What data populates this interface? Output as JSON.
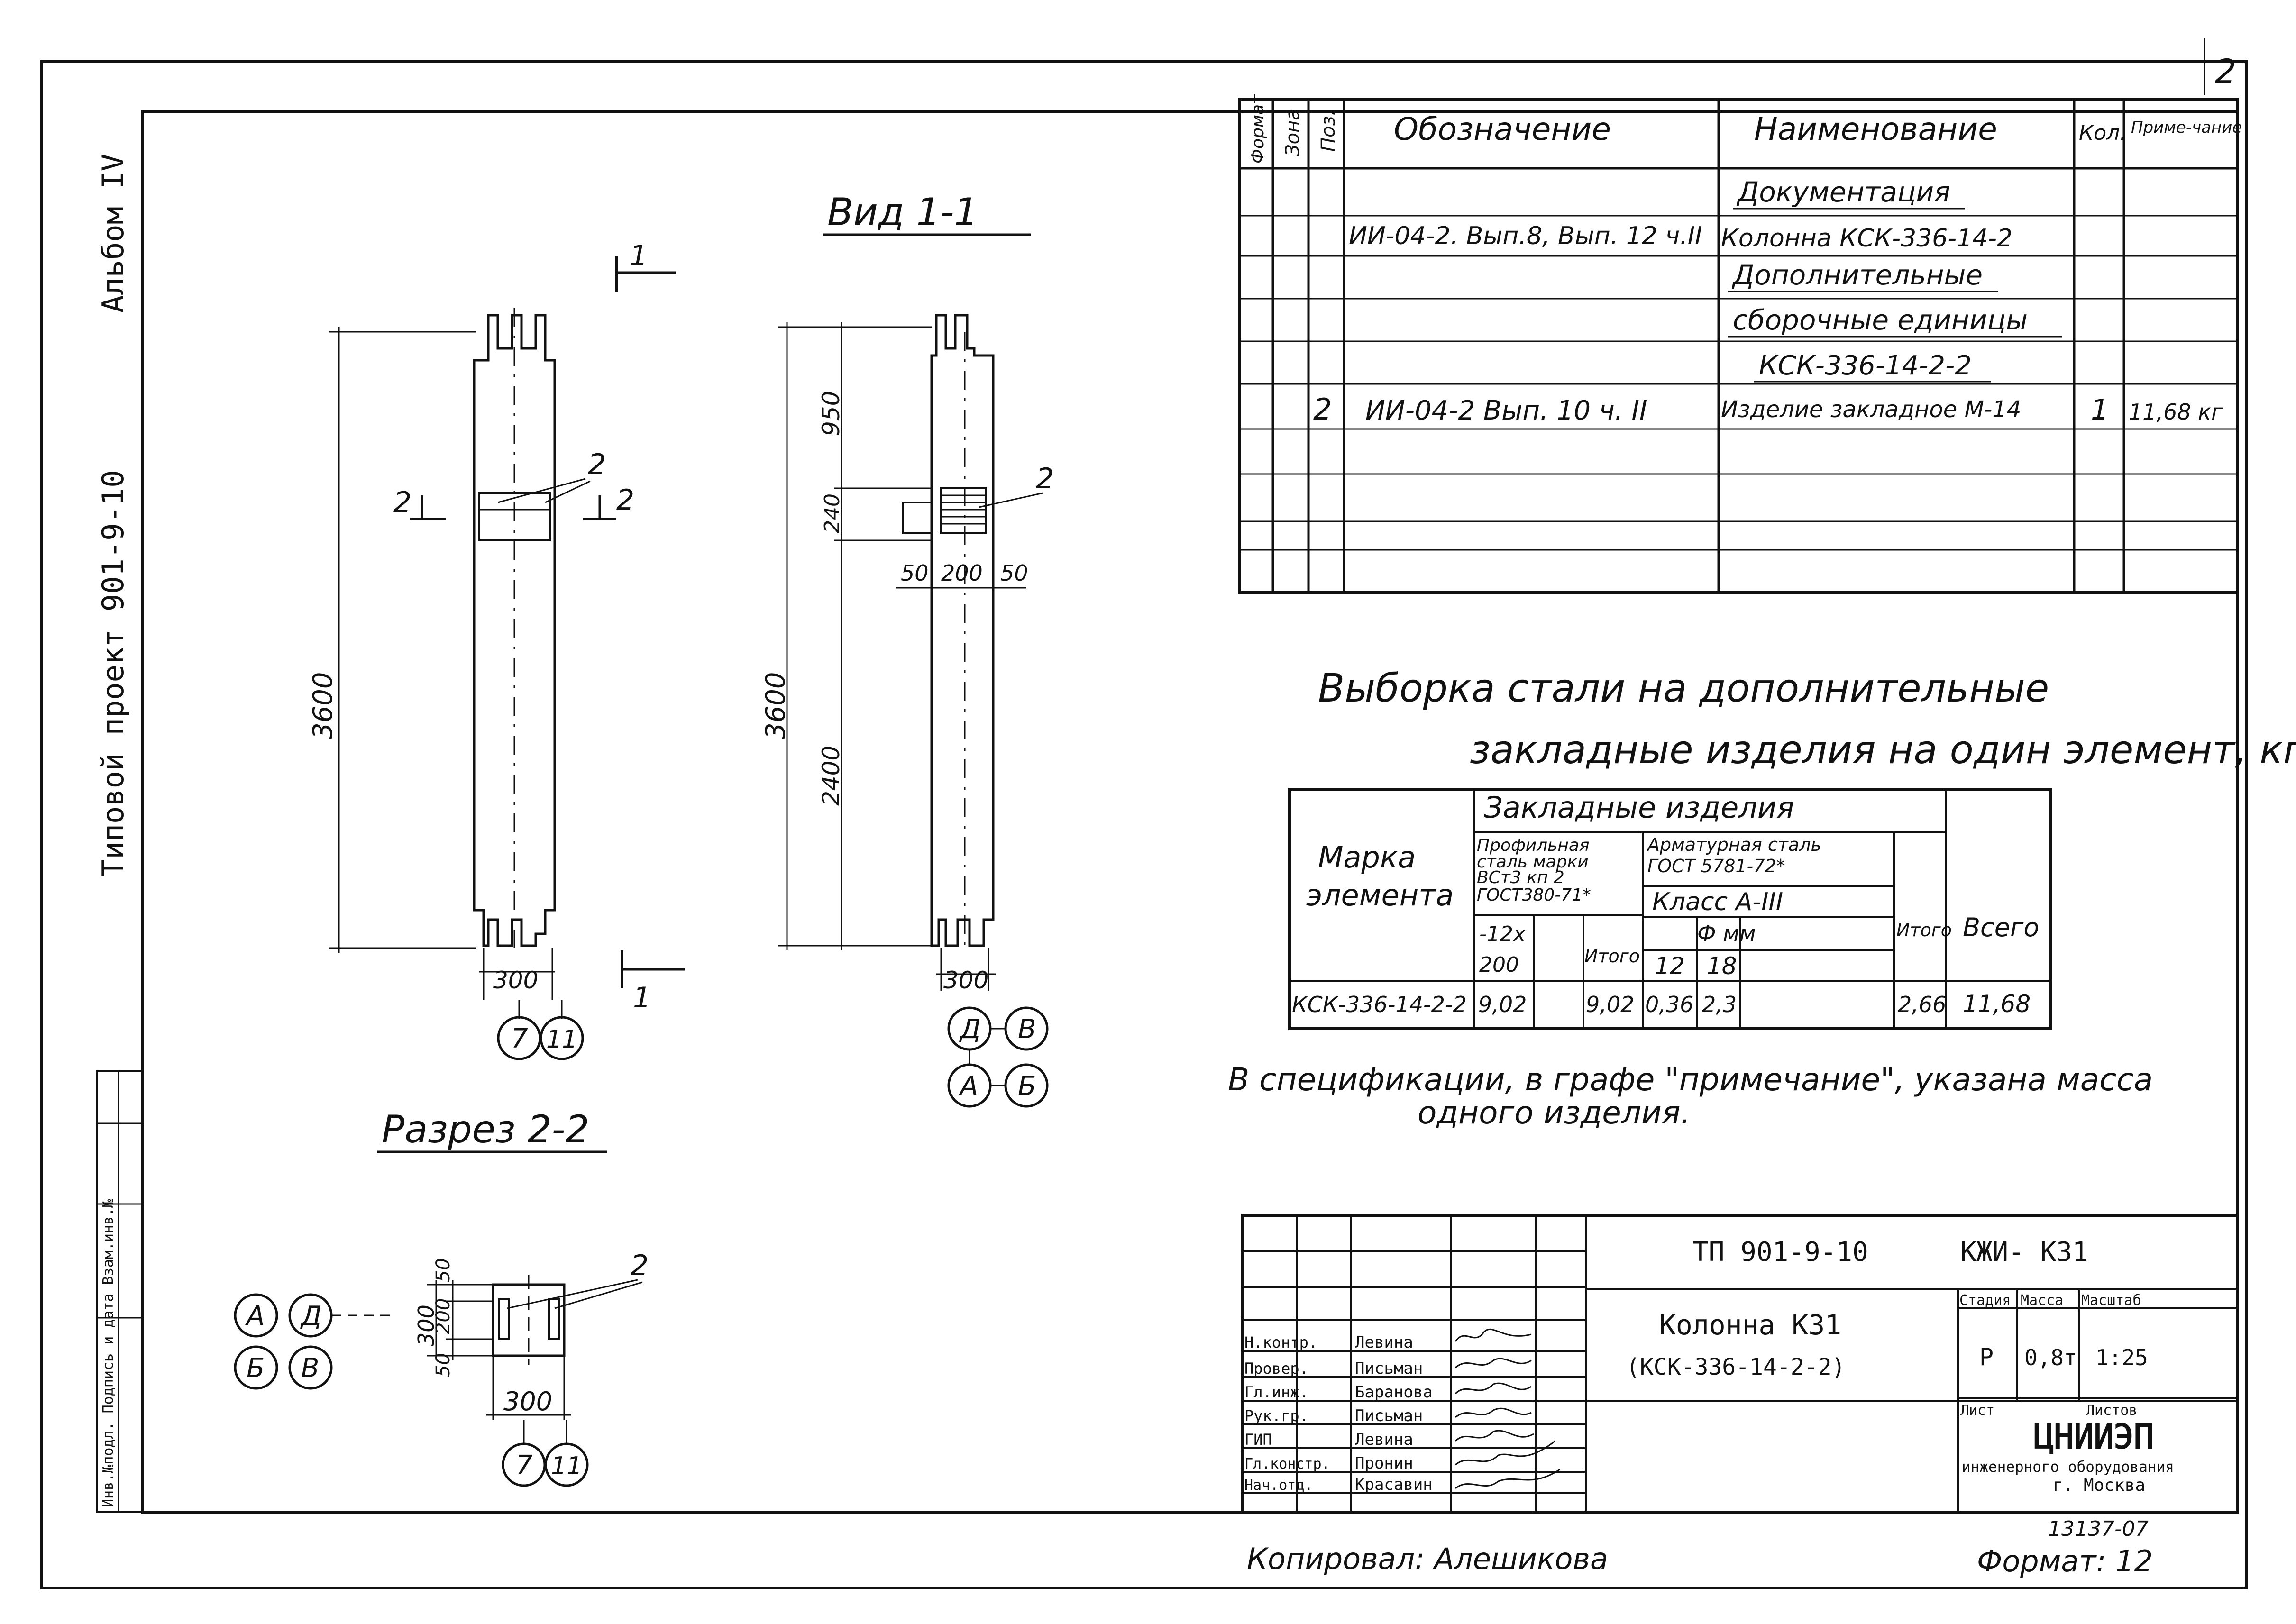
{
  "side_title": {
    "album": "Альбом IV",
    "project": "Типовой проект 901-9-10",
    "stamp": "Инв.№подл. Подпись и дата Взам.инв.№"
  },
  "view_1_1": {
    "title": "Вид 1-1",
    "cut_mark": "1",
    "section_mark": "2",
    "height_left": "3600",
    "height_right": "3600",
    "dim_950": "950",
    "dim_240": "240",
    "dim_2400": "2400",
    "dim_50_left": "50",
    "dim_200": "200",
    "dim_50_right": "50",
    "width_left": "300",
    "width_right": "300",
    "axis_7": "7",
    "axis_11": "11",
    "axis_D": "Д",
    "axis_V": "В",
    "axis_A": "А",
    "axis_B": "Б",
    "pos_2": "2"
  },
  "section_2_2": {
    "title": "Разрез 2-2",
    "axis_A": "А",
    "axis_B": "Б",
    "axis_D": "Д",
    "axis_V": "В",
    "dim_50_top": "50",
    "dim_200": "200",
    "dim_50_bottom": "50",
    "dim_300_side": "300",
    "dim_300_bottom": "300",
    "axis_7": "7",
    "axis_11": "11",
    "pos_2": "2"
  },
  "spec_table": {
    "headers": [
      "Формат",
      "Зона",
      "Поз.",
      "Обозначение",
      "Наименование",
      "Кол.",
      "Приме-чание"
    ],
    "rows": [
      {
        "pos": "",
        "designation": "",
        "name": "Документация",
        "qty": "",
        "note": ""
      },
      {
        "pos": "",
        "designation": "ИИ-04-2. Вып.8, Вып. 12 ч.II",
        "name": "Колонна КСК-336-14-2",
        "qty": "",
        "note": ""
      },
      {
        "pos": "",
        "designation": "",
        "name": "Дополнительные",
        "qty": "",
        "note": ""
      },
      {
        "pos": "",
        "designation": "",
        "name": "сборочные единицы",
        "qty": "",
        "note": ""
      },
      {
        "pos": "",
        "designation": "",
        "name": "КСК-336-14-2-2",
        "qty": "",
        "note": ""
      },
      {
        "pos": "2",
        "designation": "ИИ-04-2 Вып. 10 ч. II",
        "name": "Изделие закладное М-14",
        "qty": "1",
        "note": "11,68 кг"
      },
      {
        "pos": "",
        "designation": "",
        "name": "",
        "qty": "",
        "note": ""
      },
      {
        "pos": "",
        "designation": "",
        "name": "",
        "qty": "",
        "note": ""
      }
    ]
  },
  "steel_heading": {
    "line1": "Выборка стали на дополнительные",
    "line2": "закладные изделия на один элемент, кг"
  },
  "steel_table": {
    "col_mark": "Марка элемента",
    "group": "Закладные изделия",
    "profile_steel": "Профильная сталь марки ВСт3 кп 2 ГОСТ380-71*",
    "rebar_steel": "Арматурная сталь ГОСТ 5781-72*",
    "rebar_class": "Класс А-III",
    "diameter": "Ф мм",
    "size_12x200": "-12х 200",
    "itogo": "Итого",
    "d12": "12",
    "d18": "18",
    "itogo2": "Итого",
    "total": "Всего",
    "row": {
      "mark": "КСК-336-14-2-2",
      "v_12x200": "9,02",
      "itogo_profile": "9,02",
      "d12": "0,36",
      "d18": "2,3",
      "itogo_rebar": "2,66",
      "total": "11,68"
    }
  },
  "note": {
    "line1": "В спецификации, в графе \"примечание\", указана масса",
    "line2": "одного изделия."
  },
  "title_block": {
    "project_code": "ТП 901-9-10",
    "sheet_code": "КЖИ- К31",
    "name_line1": "Колонна К31",
    "name_line2": "(КСК-336-14-2-2)",
    "stage_label": "Стадия",
    "mass_label": "Масса",
    "scale_label": "Масштаб",
    "stage": "Р",
    "mass": "0,8т",
    "scale": "1:25",
    "sheet_label": "Лист",
    "sheets_label": "Листов",
    "org_line1": "ЦНИИЭП",
    "org_line2": "инженерного оборудования",
    "org_line3": "г. Москва",
    "doc_number": "13137-07",
    "roles": [
      {
        "role": "Н.контр.",
        "name": "Левина"
      },
      {
        "role": "Провер.",
        "name": "Письман"
      },
      {
        "role": "Гл.инж.",
        "name": "Баранова"
      },
      {
        "role": "Рук.гр.",
        "name": "Письман"
      },
      {
        "role": "ГИП",
        "name": "Левина"
      },
      {
        "role": "Гл.констр.",
        "name": "Пронин"
      },
      {
        "role": "Нач.отд.",
        "name": "Красавин"
      }
    ]
  },
  "footer": {
    "copied_by": "Копировал: Алешикова",
    "format": "Формат: 12"
  },
  "corner_mark": "2"
}
